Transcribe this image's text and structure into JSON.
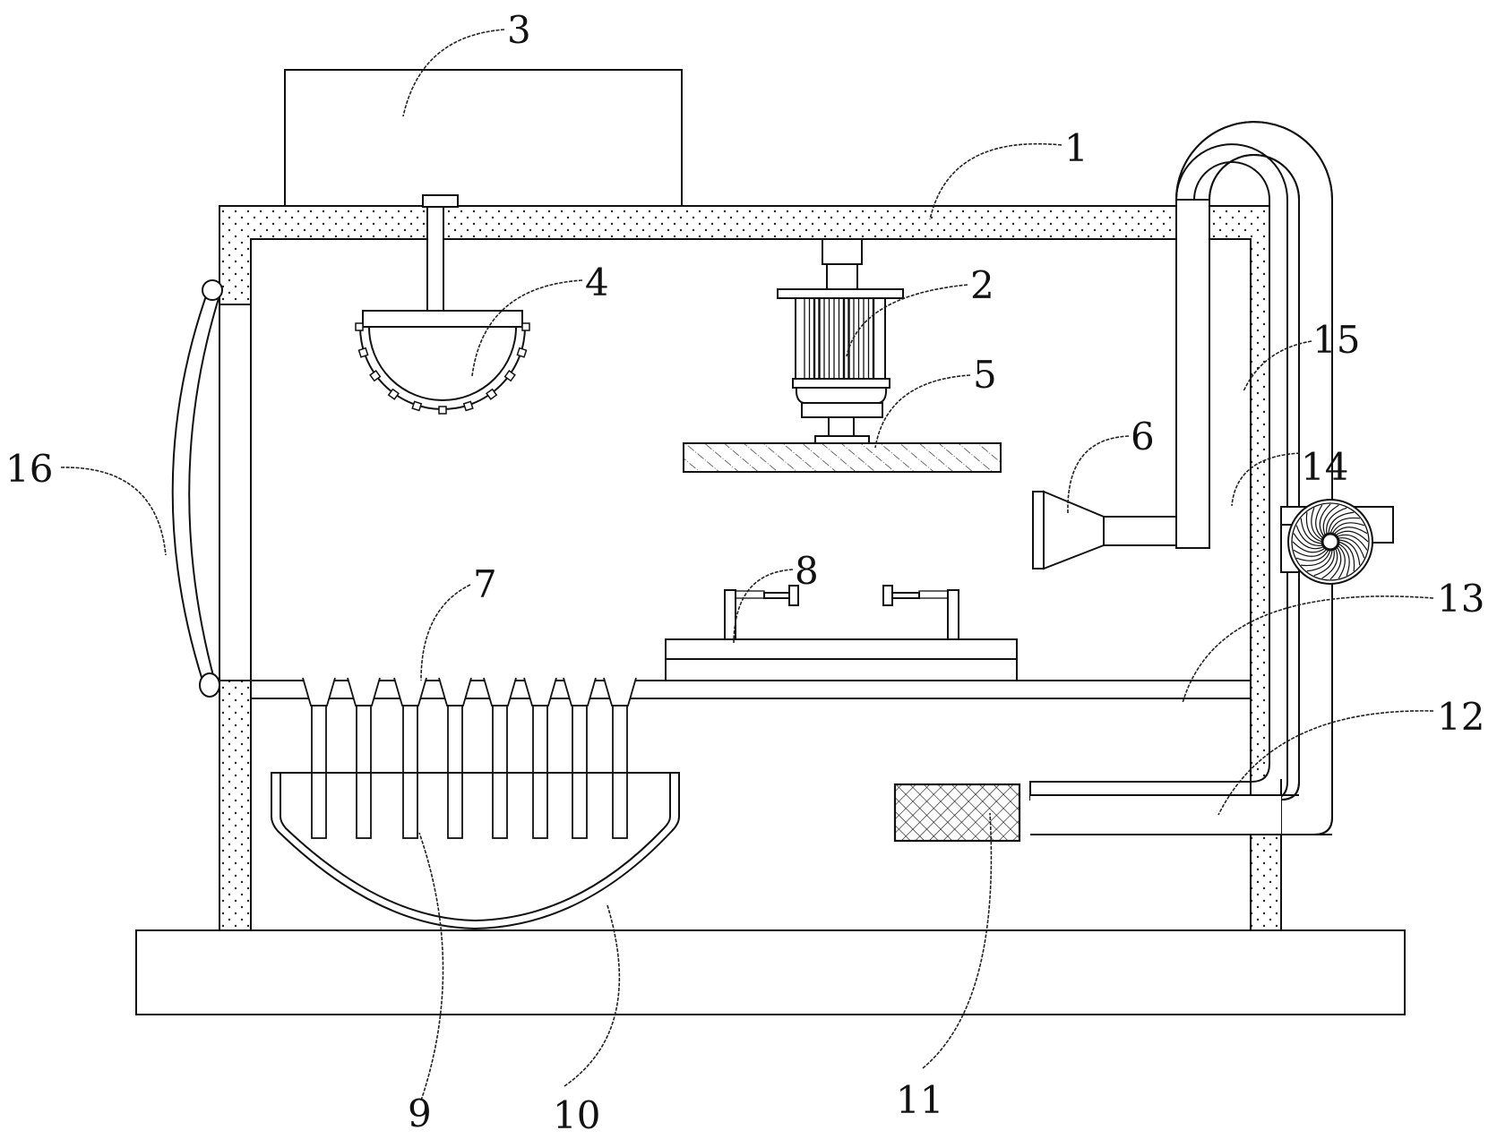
{
  "figure": {
    "type": "patent-schematic",
    "description": "Front sectional view of a processing device with frame, motor-driven grinding disc, spray head, air nozzle with fan and return pipe, clamping table, perforated plate, collecting tray and filter",
    "labels": [
      {
        "id": "1",
        "text": "1",
        "part": "frame"
      },
      {
        "id": "2",
        "text": "2",
        "part": "motor"
      },
      {
        "id": "3",
        "text": "3",
        "part": "top box"
      },
      {
        "id": "4",
        "text": "4",
        "part": "spray head"
      },
      {
        "id": "5",
        "text": "5",
        "part": "disc"
      },
      {
        "id": "6",
        "text": "6",
        "part": "nozzle"
      },
      {
        "id": "7",
        "text": "7",
        "part": "funnel holes"
      },
      {
        "id": "8",
        "text": "8",
        "part": "clamping table"
      },
      {
        "id": "9",
        "text": "9",
        "part": "drain tube"
      },
      {
        "id": "10",
        "text": "10",
        "part": "collecting tray"
      },
      {
        "id": "11",
        "text": "11",
        "part": "filter"
      },
      {
        "id": "12",
        "text": "12",
        "part": "suction pipe"
      },
      {
        "id": "13",
        "text": "13",
        "part": "partition plate"
      },
      {
        "id": "14",
        "text": "14",
        "part": "fan"
      },
      {
        "id": "15",
        "text": "15",
        "part": "return pipe"
      },
      {
        "id": "16",
        "text": "16",
        "part": "door"
      }
    ]
  }
}
